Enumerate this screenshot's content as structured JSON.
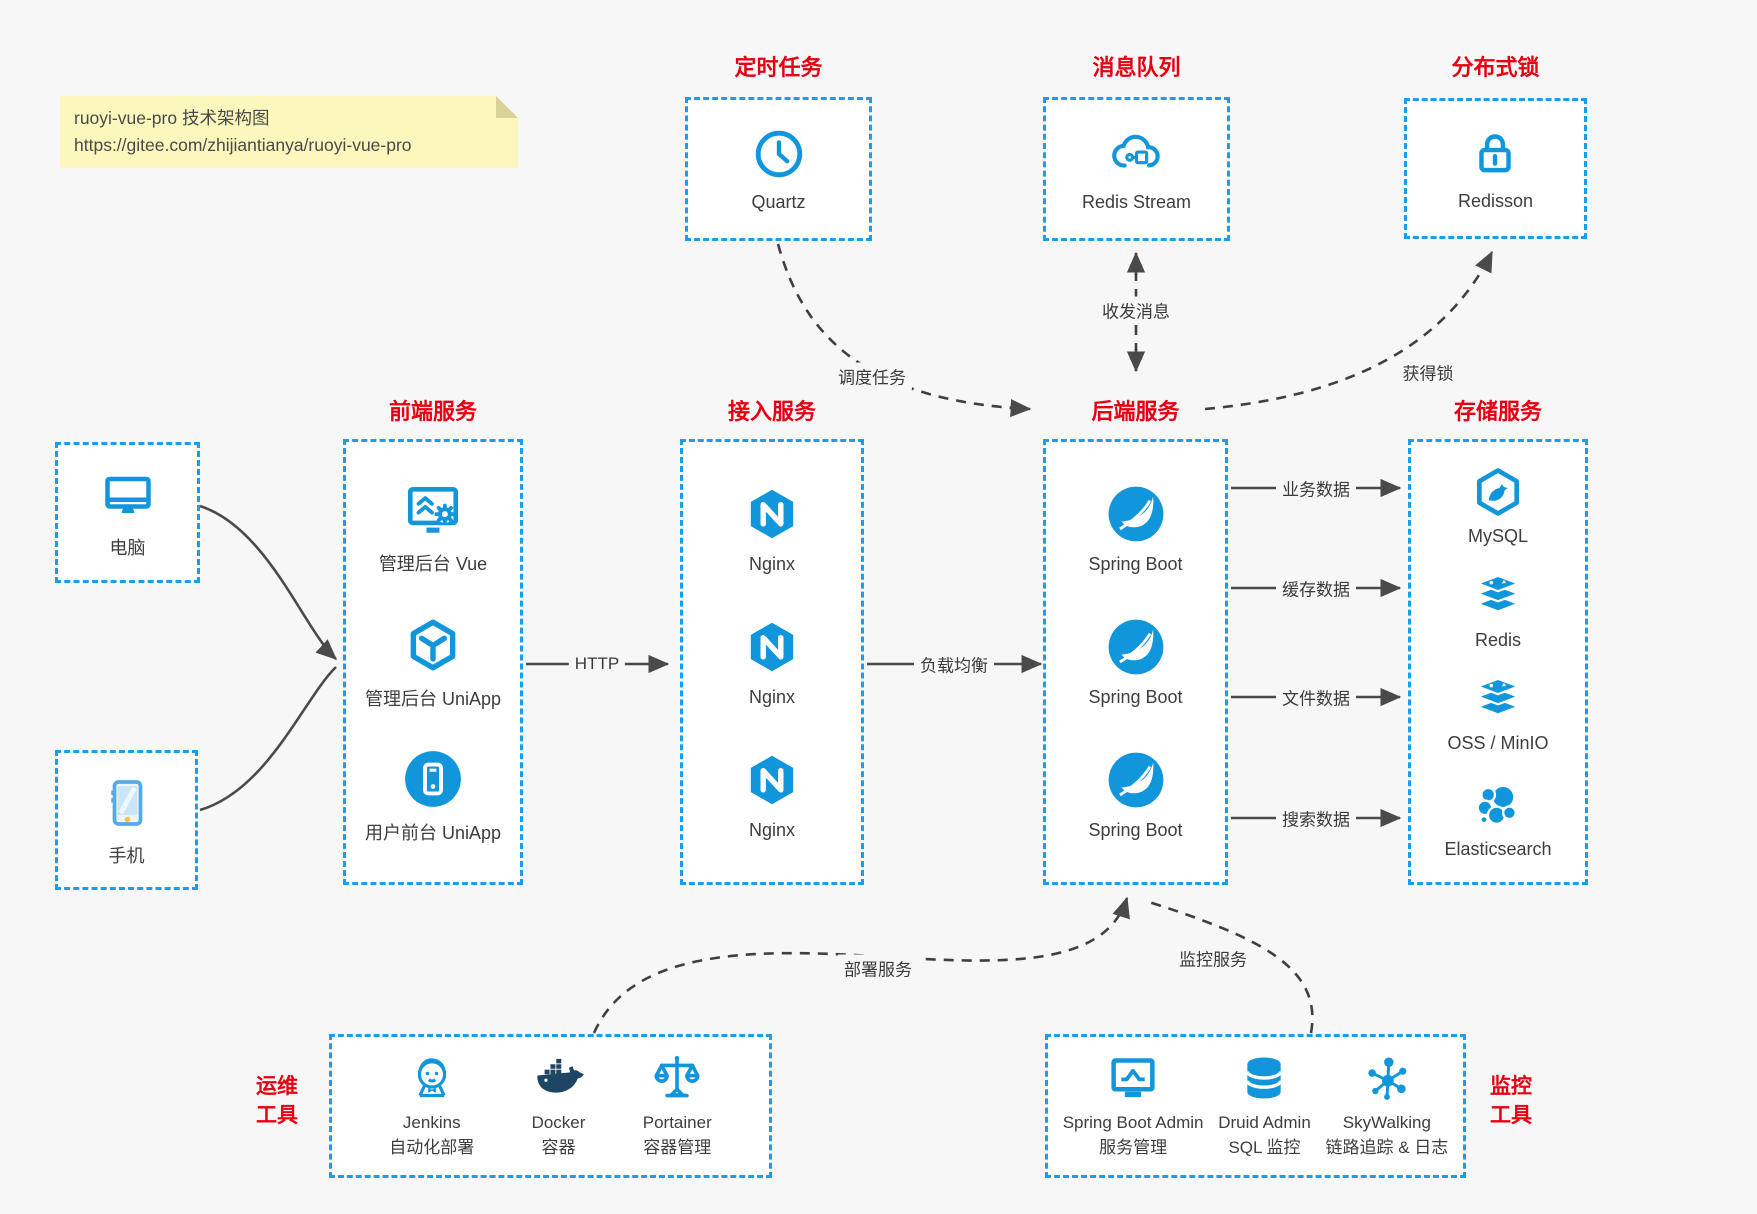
{
  "colors": {
    "accent_blue": "#1296db",
    "box_border_blue": "#1b9ced",
    "title_red": "#e60012",
    "arrow_gray": "#4a4a4a",
    "note_bg": "#fbf7bd",
    "docker_navy": "#1d4664"
  },
  "note": {
    "line1": "ruoyi-vue-pro 技术架构图",
    "line2": "https://gitee.com/zhijiantianya/ruoyi-vue-pro"
  },
  "groups": {
    "scheduler": {
      "title": "定时任务",
      "items": [
        {
          "label": "Quartz"
        }
      ]
    },
    "mq": {
      "title": "消息队列",
      "items": [
        {
          "label": "Redis Stream"
        }
      ]
    },
    "lock": {
      "title": "分布式锁",
      "items": [
        {
          "label": "Redisson"
        }
      ]
    },
    "clients": {
      "computer_label": "电脑",
      "phone_label": "手机"
    },
    "frontend": {
      "title": "前端服务",
      "items": [
        {
          "label": "管理后台 Vue"
        },
        {
          "label": "管理后台 UniApp"
        },
        {
          "label": "用户前台 UniApp"
        }
      ]
    },
    "gateway": {
      "title": "接入服务",
      "items": [
        {
          "label": "Nginx"
        },
        {
          "label": "Nginx"
        },
        {
          "label": "Nginx"
        }
      ]
    },
    "backend": {
      "title": "后端服务",
      "items": [
        {
          "label": "Spring Boot"
        },
        {
          "label": "Spring Boot"
        },
        {
          "label": "Spring Boot"
        }
      ]
    },
    "storage": {
      "title": "存储服务",
      "items": [
        {
          "label": "MySQL"
        },
        {
          "label": "Redis"
        },
        {
          "label": "OSS / MinIO"
        },
        {
          "label": "Elasticsearch"
        }
      ]
    },
    "ops": {
      "title_lines": [
        "运维",
        "工具"
      ],
      "items": [
        {
          "line1": "Jenkins",
          "line2": "自动化部署"
        },
        {
          "line1": "Docker",
          "line2": "容器"
        },
        {
          "line1": "Portainer",
          "line2": "容器管理"
        }
      ]
    },
    "monitoring": {
      "title_lines": [
        "监控",
        "工具"
      ],
      "items": [
        {
          "line1": "Spring Boot Admin",
          "line2": "服务管理"
        },
        {
          "line1": "Druid Admin",
          "line2": "SQL 监控"
        },
        {
          "line1": "SkyWalking",
          "line2": "链路追踪 & 日志"
        }
      ]
    }
  },
  "edges": {
    "http": "HTTP",
    "load_balance": "负载均衡",
    "schedule_jobs": "调度任务",
    "send_receive_messages": "收发消息",
    "acquire_lock": "获得锁",
    "business_data": "业务数据",
    "cache_data": "缓存数据",
    "file_data": "文件数据",
    "search_data": "搜索数据",
    "deploy_services": "部署服务",
    "monitor_services": "监控服务"
  }
}
